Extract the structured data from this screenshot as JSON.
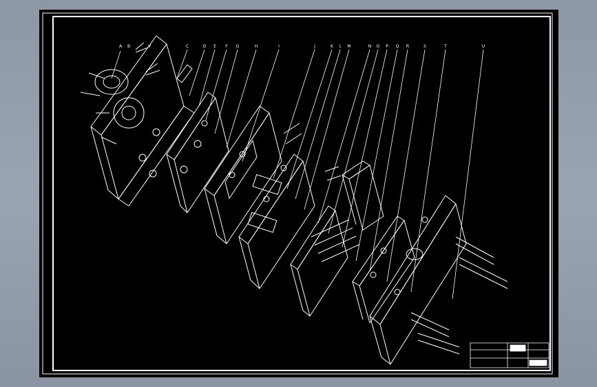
{
  "drawing": {
    "callout_labels": [
      "A",
      "B",
      "C",
      "D",
      "E",
      "F",
      "G",
      "H",
      "I",
      "J",
      "K",
      "L",
      "M",
      "N",
      "O",
      "P",
      "Q",
      "R",
      "S",
      "T",
      "U",
      "V"
    ],
    "line_color": "#ffffff",
    "background_color": "#000000",
    "app_background": "#9aa4b1"
  }
}
